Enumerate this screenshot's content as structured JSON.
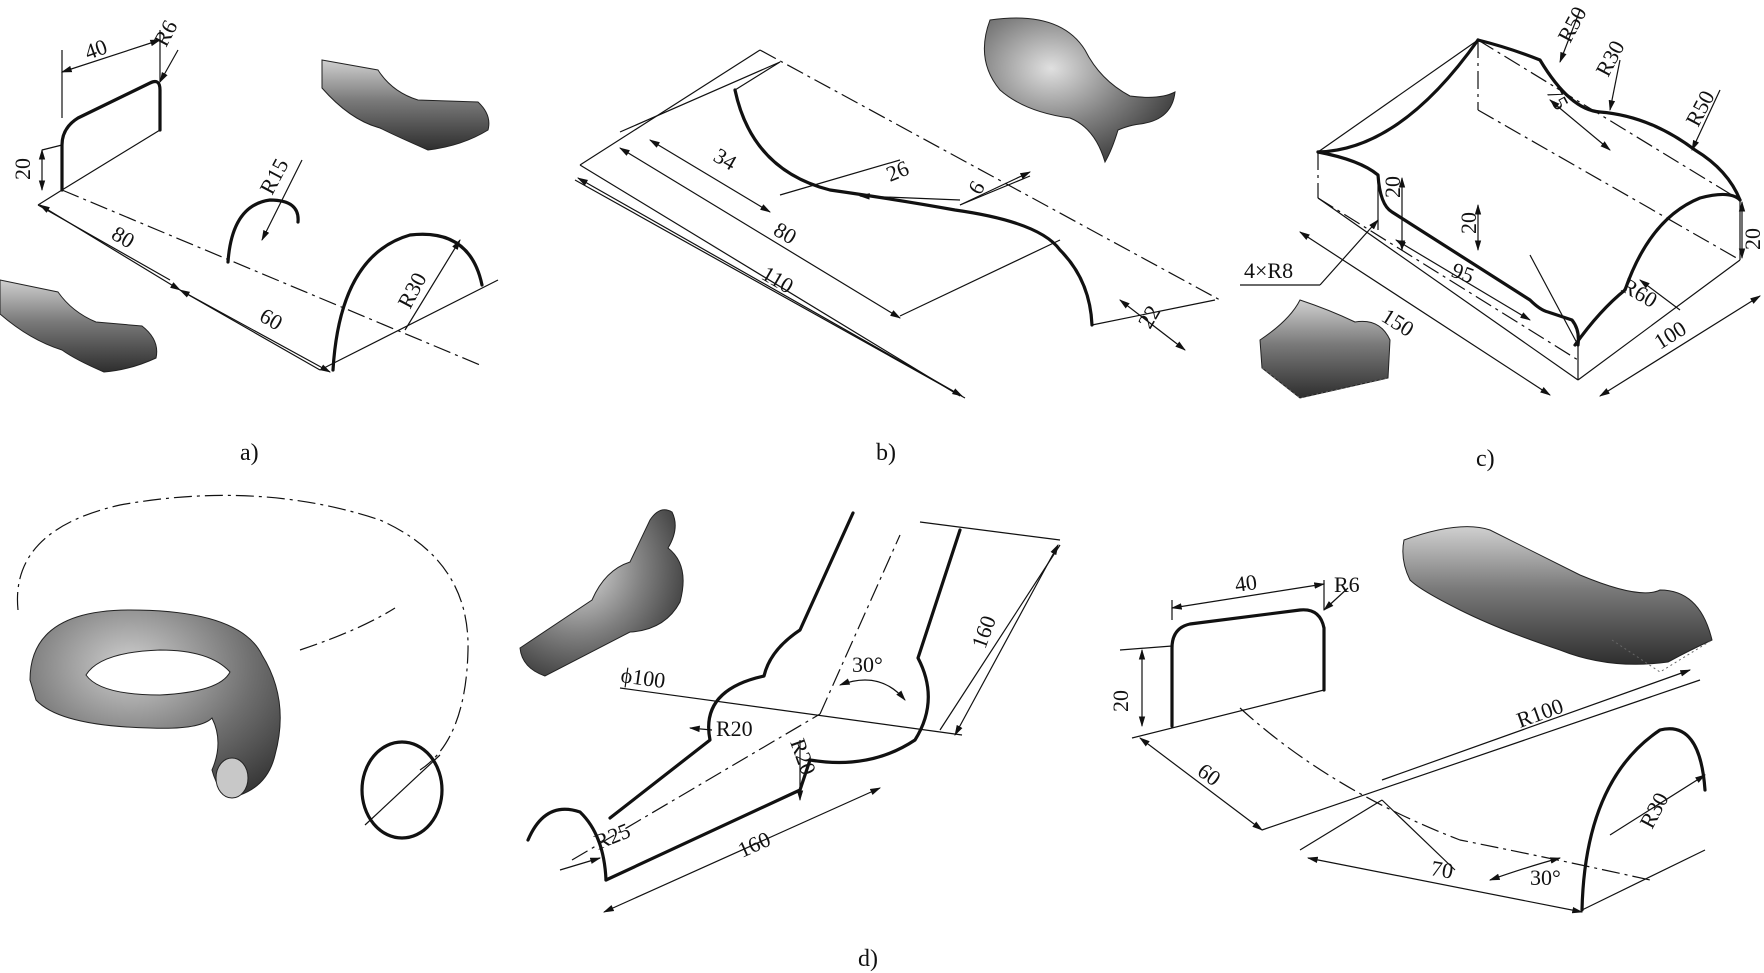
{
  "captions": {
    "a": "a)",
    "b": "b)",
    "c": "c)",
    "d": "d)"
  },
  "panel_a": {
    "d40": "40",
    "r6": "R6",
    "d20": "20",
    "r15": "R15",
    "d80": "80",
    "d60": "60",
    "r30": "R30"
  },
  "panel_b": {
    "d34": "34",
    "d26": "26",
    "d6": "6",
    "d80": "80",
    "d110": "110",
    "d22": "22"
  },
  "panel_c": {
    "r50a": "R50",
    "r30": "R30",
    "d75": "75",
    "r50b": "R50",
    "d20a": "20",
    "d20b": "20",
    "d95": "95",
    "r8": "4×R8",
    "d150": "150",
    "r60": "R60",
    "d100": "100",
    "d20c": "20"
  },
  "panel_d2": {
    "phi100": "ϕ100",
    "a30": "30°",
    "d160a": "160",
    "r20a": "R20",
    "r20b": "R20",
    "r25": "R25",
    "d160b": "160"
  },
  "panel_d3": {
    "d40": "40",
    "r6": "R6",
    "d20": "20",
    "r100": "R100",
    "d60": "60",
    "r30": "R30",
    "d70": "70",
    "a30": "30°"
  },
  "colors": {
    "line": "#111111",
    "shade_dark": "#3a3a3a",
    "shade_light": "#bdbdbd"
  }
}
